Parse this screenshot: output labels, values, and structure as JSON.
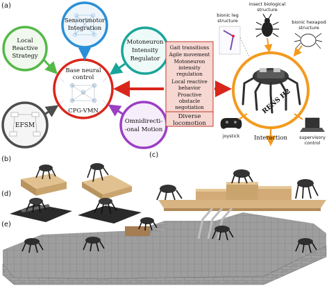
{
  "panels": {
    "a": "(a)",
    "b": "(b)",
    "c": "(c)",
    "d": "(d)",
    "e": "(e)"
  },
  "center": {
    "line1": "Base neural",
    "line2": "control",
    "line3": "CPG-VMN"
  },
  "modules": {
    "sensorimotor": [
      "Sensorimotor",
      "Integration"
    ],
    "local_reactive": [
      "Local",
      "Reactive",
      "Strategy"
    ],
    "motoneuron": [
      "Motoneuron",
      "Intensity",
      "Regulator"
    ],
    "efsm": [
      "EFSM"
    ],
    "omni": [
      "Omnidirecti-",
      "-onal Motion"
    ]
  },
  "behaviors": {
    "items": [
      "Gait transitions",
      "Agile movement",
      "Motoneuron",
      "intensity",
      "regulation",
      "Local reactive",
      "behavior",
      "Proactive",
      "obstacle",
      "negotiation"
    ],
    "highlight": [
      "Diverse",
      "locomotion"
    ]
  },
  "robot": {
    "name": "RENS H2",
    "insect_label": [
      "insect biological",
      "structure"
    ],
    "leg_label": [
      "bionic leg",
      "structure"
    ],
    "hexapod_label": [
      "bionic hexapod",
      "structure"
    ],
    "joystick": "joystick",
    "supervisory": [
      "supervisory",
      "control"
    ],
    "interaction": "Interaction"
  },
  "colors": {
    "sensorimotor": "#2a8fd6",
    "local_reactive": "#55b848",
    "motoneuron": "#1aa59a",
    "efsm": "#4d4d4d",
    "omni": "#9b3fc4",
    "center": "#d9261c",
    "behavior_fill": "#f6d7d2",
    "behavior_border": "#c0392b",
    "robot_ring": "#f39a1e",
    "wood": "#d9b483",
    "stone": "#8a8a8a"
  }
}
